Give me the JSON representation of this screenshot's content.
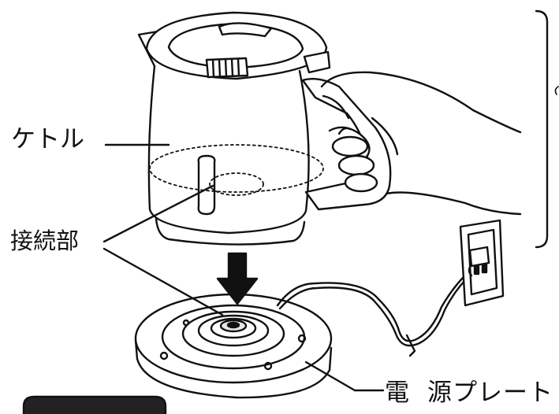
{
  "labels": {
    "kettle": "ケトル",
    "connector": "接続部",
    "base_part1": "電",
    "base_part2": "源プレート"
  },
  "colors": {
    "ink": "#111111",
    "paper": "#ffffff",
    "shade": "#e6e6e6"
  },
  "icons": {
    "kettle": "kettle-illustration",
    "hand": "hand-illustration",
    "outlet": "wall-outlet-illustration",
    "arrow": "down-arrow-icon",
    "base": "power-base-illustration"
  }
}
